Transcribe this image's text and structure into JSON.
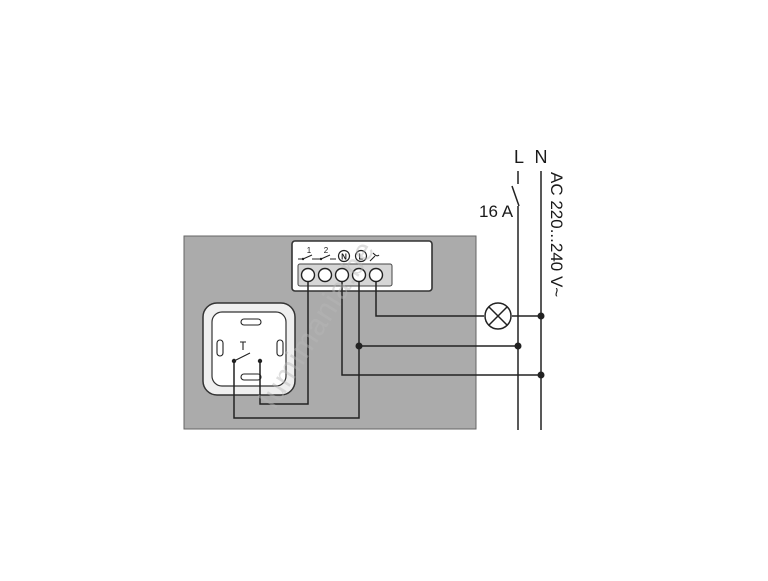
{
  "supply": {
    "line_label": "L",
    "neutral_label": "N",
    "fuse_rating": "16 A",
    "voltage": "AC 220...240 V~"
  },
  "terminals": {
    "t1": "1",
    "t2": "2",
    "neutral": "N",
    "line": "L"
  },
  "watermark": "lumimania.be",
  "colors": {
    "box_fill": "#ababab",
    "wire": "#222222",
    "terminal_fill": "#ffffff"
  }
}
